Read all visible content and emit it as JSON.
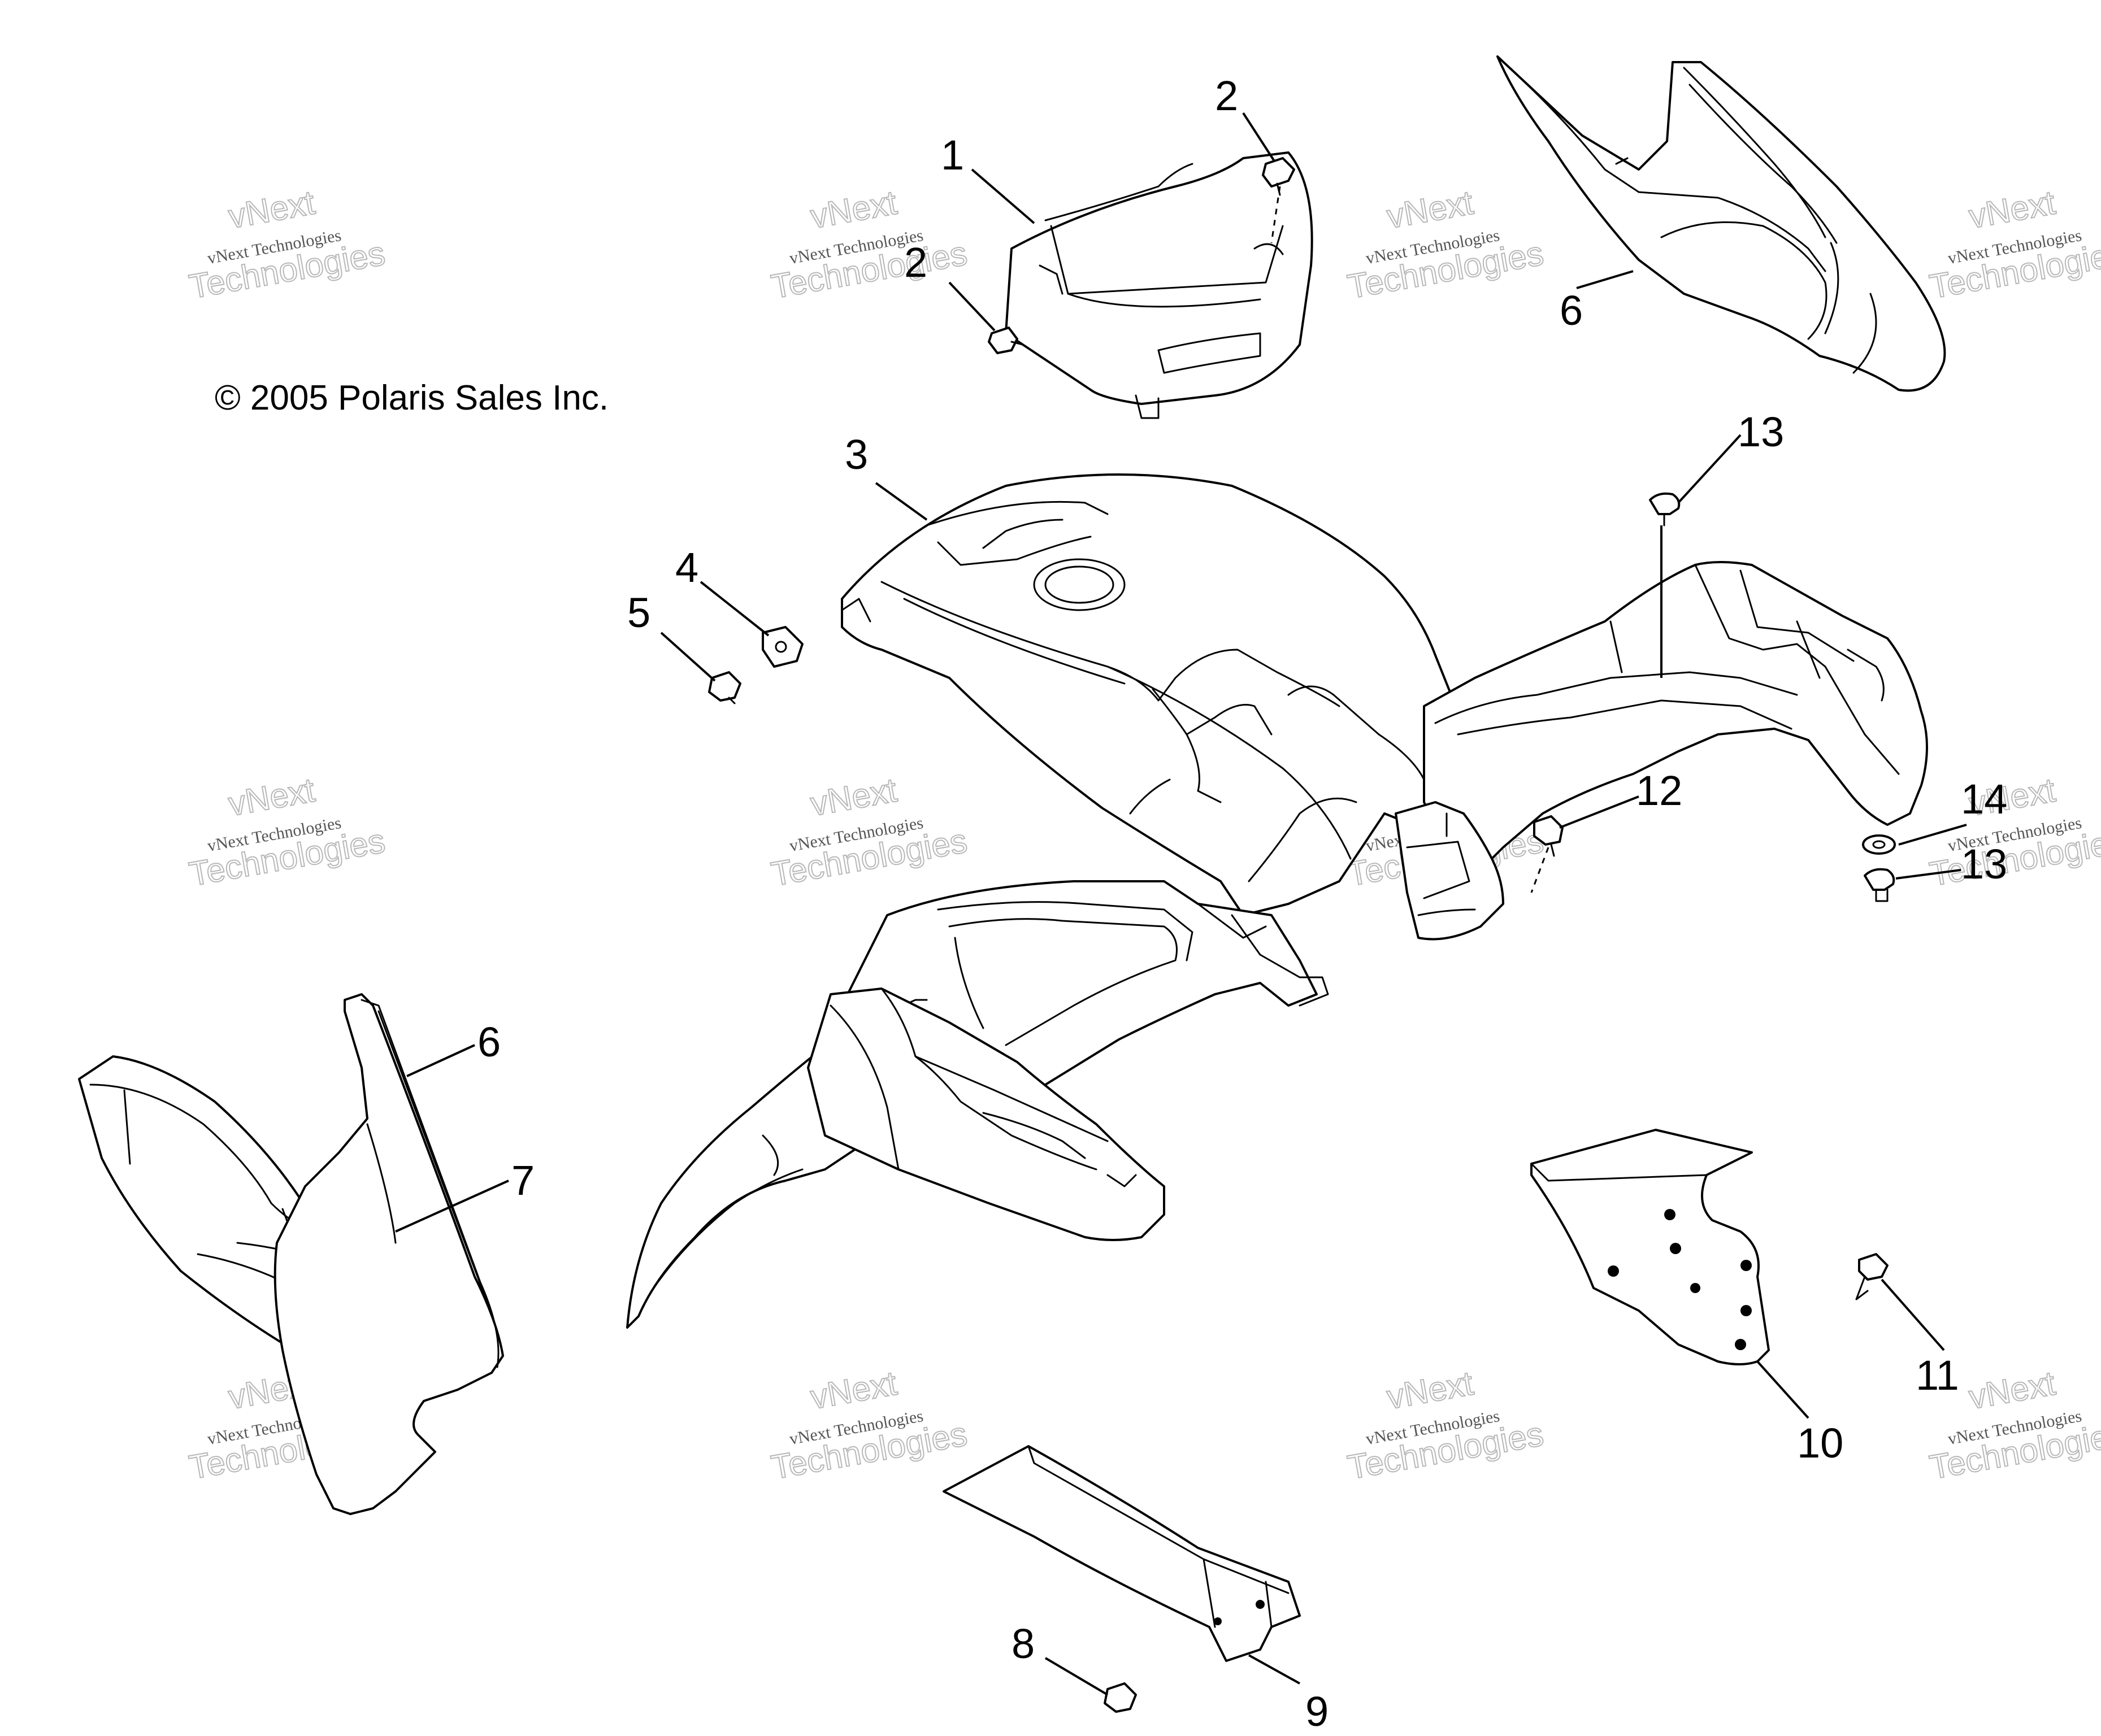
{
  "copyright": "© 2005 Polaris Sales Inc.",
  "watermark": {
    "company": "vNext Technologies",
    "word_top": "vNext",
    "word_bottom": "Technologies"
  },
  "callouts": {
    "c1": "1",
    "c2a": "2",
    "c2b": "2",
    "c3": "3",
    "c4": "4",
    "c5": "5",
    "c6a": "6",
    "c6b": "6",
    "c7": "7",
    "c8": "8",
    "c9": "9",
    "c10": "10",
    "c11": "11",
    "c12": "12",
    "c13a": "13",
    "c13b": "13",
    "c14": "14"
  }
}
